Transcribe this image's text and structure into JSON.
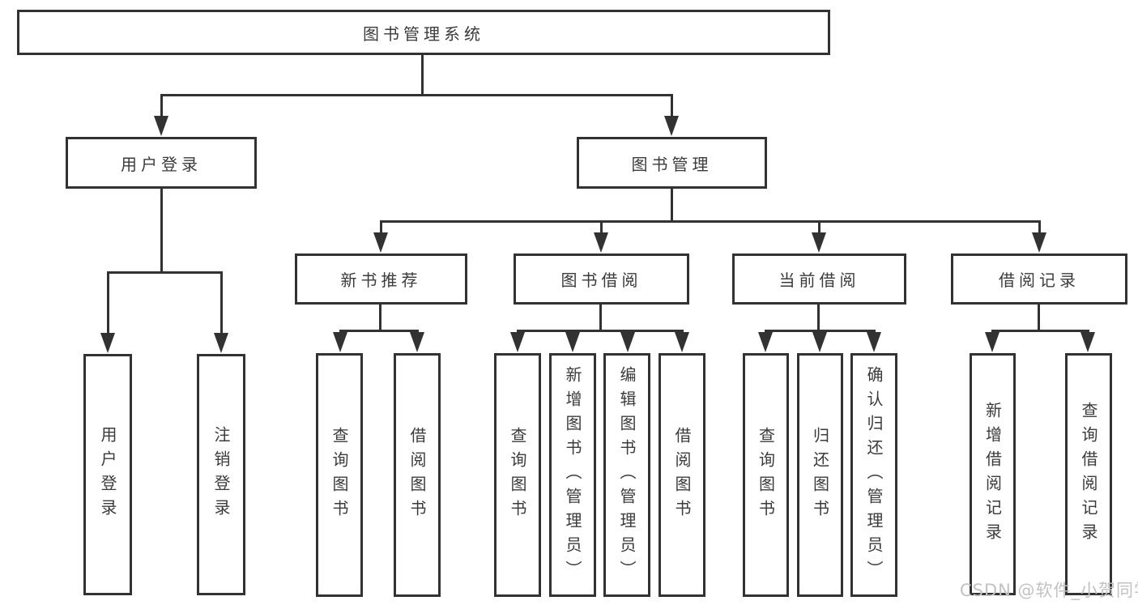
{
  "diagram": {
    "root": "图书管理系统",
    "level2": {
      "user_login": "用户登录",
      "book_mgmt": "图书管理"
    },
    "user_login_children": {
      "login": "用户登录",
      "logout": "注销登录"
    },
    "book_mgmt_children": {
      "new_book_rec": "新书推荐",
      "book_borrow": "图书借阅",
      "current_borrow": "当前借阅",
      "borrow_record": "借阅记录"
    },
    "new_book_rec_children": {
      "query_book": "查询图书",
      "borrow_book": "借阅图书"
    },
    "book_borrow_children": {
      "query_book": "查询图书",
      "add_book": "新增图书（管理员）",
      "edit_book": "编辑图书（管理员）",
      "borrow_book": "借阅图书"
    },
    "current_borrow_children": {
      "query_book": "查询图书",
      "return_book": "归还图书",
      "confirm_return": "确认归还（管理员）"
    },
    "borrow_record_children": {
      "add_record": "新增借阅记录",
      "query_record": "查询借阅记录"
    }
  },
  "watermark": "CSDN @软件_小贺同学",
  "colors": {
    "line": "#323232",
    "text": "#3b3b3b",
    "watermark": "#c2c2c2",
    "background": "#ffffff"
  }
}
